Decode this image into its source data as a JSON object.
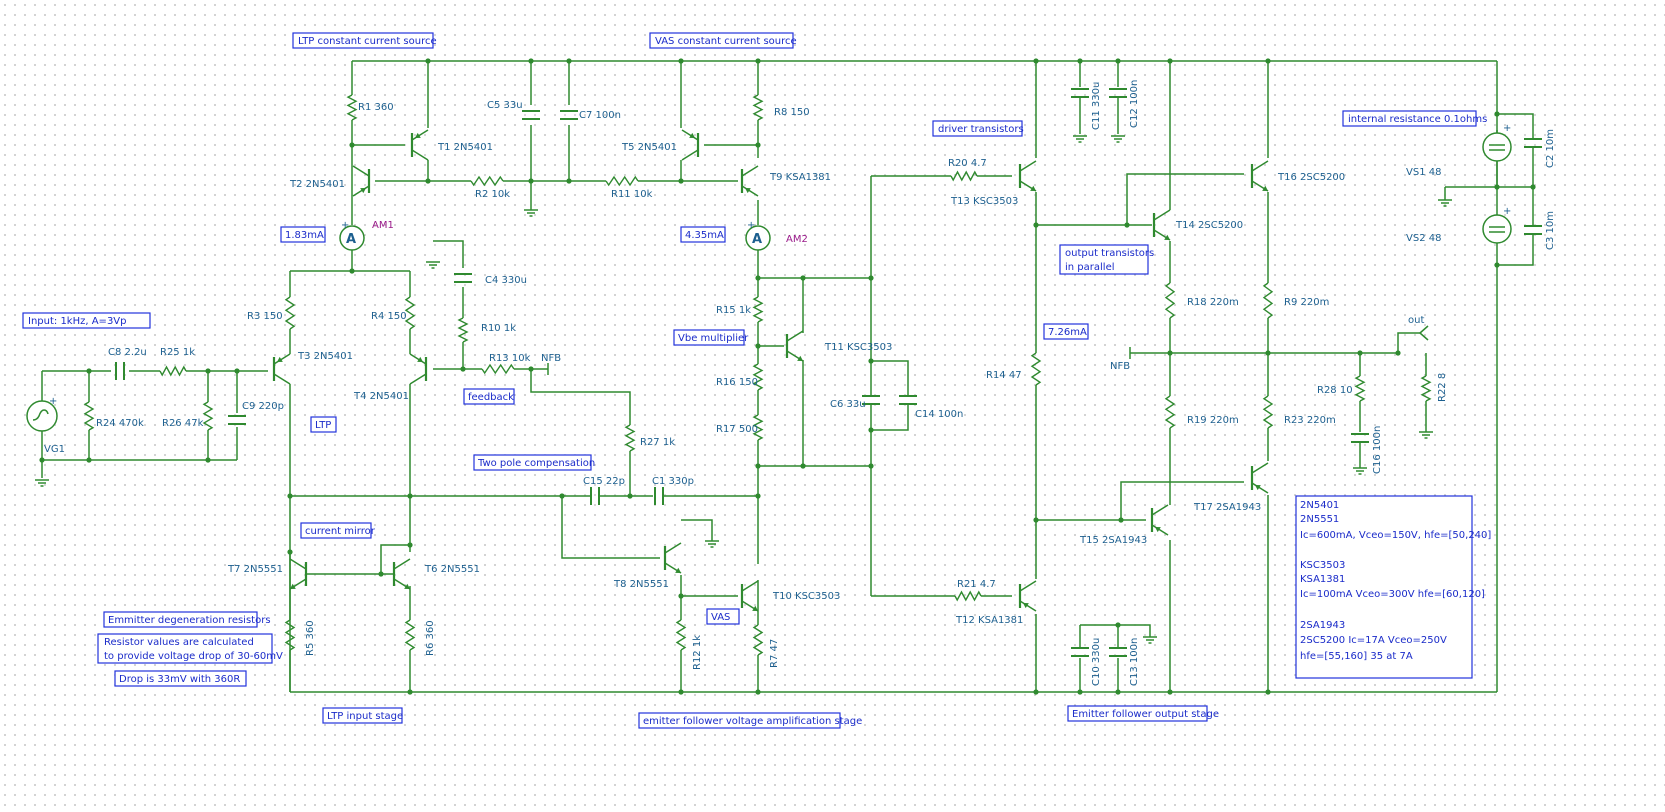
{
  "components": {
    "R1": "R1 360",
    "R2": "R2 10k",
    "R3": "R3 150",
    "R4": "R4 150",
    "R5": "R5 360",
    "R6": "R6 360",
    "R7": "R7 47",
    "R8": "R8 150",
    "R9": "R9 220m",
    "R10": "R10 1k",
    "R11": "R11 10k",
    "R12": "R12 1k",
    "R13": "R13 10k",
    "R14": "R14 47",
    "R15": "R15 1k",
    "R16": "R16 150",
    "R17": "R17 500",
    "R18": "R18 220m",
    "R19": "R19 220m",
    "R20": "R20 4.7",
    "R21": "R21 4.7",
    "R22": "R22 8",
    "R23": "R23 220m",
    "R24": "R24 470k",
    "R25": "R25 1k",
    "R26": "R26 47k",
    "R27": "R27 1k",
    "R28": "R28 10",
    "C1": "C1 330p",
    "C2": "C2 10m",
    "C3": "C3 10m",
    "C4": "C4 330u",
    "C5": "C5 33u",
    "C6": "C6 33u",
    "C7": "C7 100n",
    "C8": "C8 2.2u",
    "C9": "C9 220p",
    "C10": "C10 330u",
    "C11": "C11 330u",
    "C12": "C12 100n",
    "C13": "C13 100n",
    "C14": "C14 100n",
    "C15": "C15 22p",
    "C16": "C16 100n",
    "T1": "T1 2N5401",
    "T2": "T2 2N5401",
    "T3": "T3 2N5401",
    "T4": "T4 2N5401",
    "T5": "T5 2N5401",
    "T6": "T6 2N5551",
    "T7": "T7 2N5551",
    "T8": "T8 2N5551",
    "T9": "T9 KSA1381",
    "T10": "T10 KSC3503",
    "T11": "T11 KSC3503",
    "T12": "T12 KSA1381",
    "T13": "T13 KSC3503",
    "T14": "T14 2SC5200",
    "T15": "T15 2SA1943",
    "T16": "T16 2SC5200",
    "T17": "T17 2SA1943",
    "VS1": "VS1 48",
    "VS2": "VS2 48",
    "VG1": "VG1",
    "AM1": "AM1",
    "AM2": "AM2",
    "NFB1": "NFB",
    "NFB2": "NFB",
    "OUT": "out",
    "AM1sym": "A",
    "AM2sym": "A",
    "plus": "+"
  },
  "annotations": {
    "ltp_ccs": "LTP constant current source",
    "vas_ccs": "VAS constant current source",
    "driver": "driver transistors",
    "internal_res": "internal resistance 0.1ohms",
    "am1_reading": "1.83mA",
    "am2_reading": "4.35mA",
    "output_par1": "output transistors",
    "output_par2": "in parallel",
    "input": "Input: 1kHz, A=3Vp",
    "vbe": "Vbe multiplier",
    "r14_reading": "7.26mA",
    "feedback": "feedback",
    "ltp": "LTP",
    "two_pole": "Two pole compensation",
    "current_mirror": "current mirror",
    "vas": "VAS",
    "emitter_degen": "Emmitter degeneration resistors",
    "res_calc1": "Resistor values are calculated",
    "res_calc2": "to provide voltage drop of 30-60mV",
    "drop": "Drop is 33mV with 360R",
    "ltp_input": "LTP input stage",
    "ef_vas": "emitter follower voltage amplification stage",
    "ef_out": "Emitter follower output stage"
  },
  "specs": {
    "l1": "2N5401",
    "l2": "2N5551",
    "l3": "Ic=600mA, Vceo=150V, hfe=[50,240]",
    "l4": "KSC3503",
    "l5": "KSA1381",
    "l6": "Ic=100mA Vceo=300V hfe=[60,120]",
    "l7": "2SA1943",
    "l8": "2SC5200 Ic=17A Vceo=250V",
    "l9": "hfe=[55,160] 35 at 7A"
  }
}
